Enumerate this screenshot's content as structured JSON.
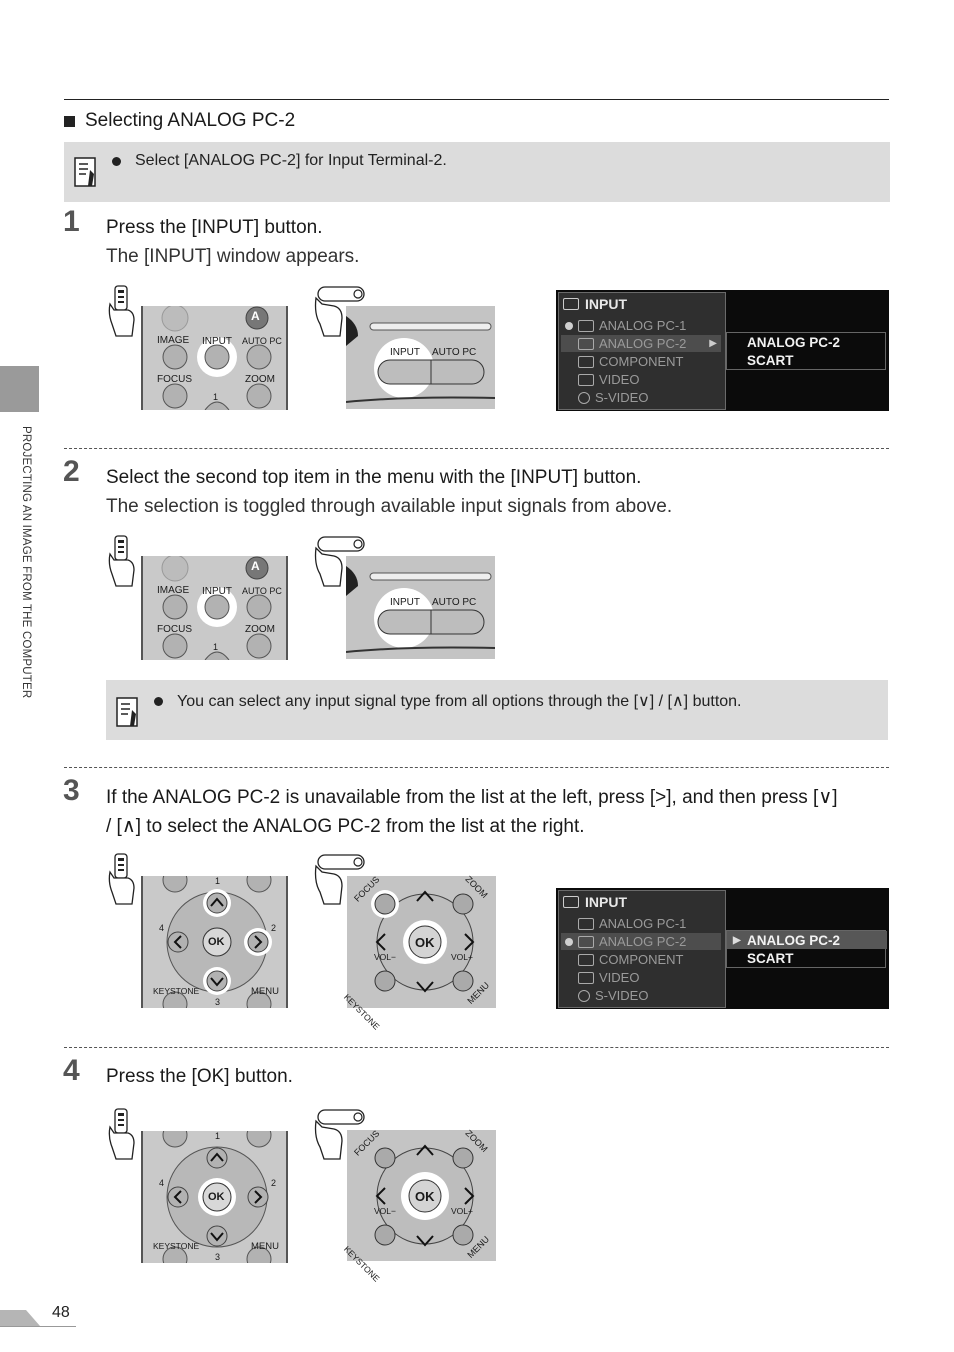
{
  "section": {
    "title": "Selecting ANALOG PC-2"
  },
  "note1": {
    "text": "Select [ANALOG PC-2] for Input Terminal-2."
  },
  "steps": [
    {
      "num": "1",
      "line1": "Press the [INPUT] button.",
      "line2": "The [INPUT] window appears."
    },
    {
      "num": "2",
      "line1": "Select the second top item in the menu with the [INPUT] button.",
      "line2": "The selection is toggled through available input signals from above."
    },
    {
      "num": "3",
      "line1": "If the ANALOG PC-2 is unavailable from the list at the left, press [>], and then press [∨]",
      "line2": "/ [∧] to select the ANALOG PC-2 from the list at the right."
    },
    {
      "num": "4",
      "line1": "Press the [OK] button."
    }
  ],
  "note2": {
    "text": "You can select any input signal type from all options through the [∨] / [∧] button."
  },
  "remote": {
    "image": "IMAGE",
    "input": "INPUT",
    "autopc": "AUTO PC",
    "focus": "FOCUS",
    "zoom": "ZOOM",
    "one": "1",
    "a": "A"
  },
  "panel": {
    "input": "INPUT",
    "autopc": "AUTO PC"
  },
  "nav": {
    "ok": "OK",
    "n1": "1",
    "n2": "2",
    "n3": "3",
    "n4": "4",
    "keystone": "KEYSTONE",
    "menu": "MENU",
    "focus": "FOCUS",
    "zoom": "ZOOM",
    "volm": "VOL−",
    "volp": "VOL+"
  },
  "menu": {
    "title": "INPUT",
    "items": [
      "ANALOG PC-1",
      "ANALOG PC-2",
      "COMPONENT",
      "VIDEO",
      "S-VIDEO"
    ],
    "sub": [
      "ANALOG PC-2",
      "SCART"
    ]
  },
  "sidebar": {
    "label": "PROJECTING AN IMAGE FROM THE COMPUTER"
  },
  "page": {
    "number": "48"
  },
  "colors": {
    "note_bg": "#dcdcdc",
    "menu_bg": "#0b0b0b",
    "sidebar_tab": "#9a9a9a"
  }
}
